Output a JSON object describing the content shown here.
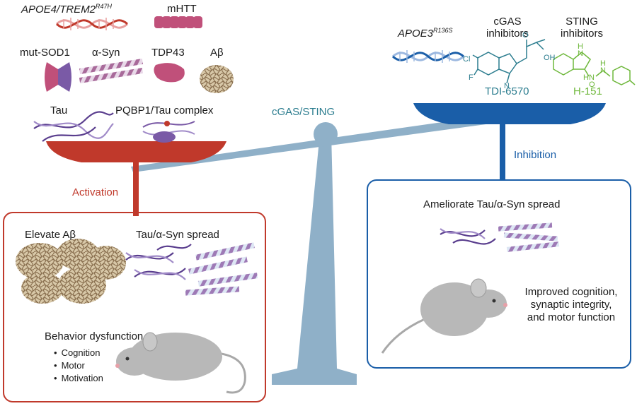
{
  "scale": {
    "center_label": "cGAS/STING",
    "left": {
      "arm_label": "Activation",
      "activators": {
        "apoe4_trem2": "APOE4/TREM2",
        "apoe4_trem2_sup": "R47H",
        "mhtt": "mHTT",
        "mut_sod1": "mut-SOD1",
        "a_syn": "α-Syn",
        "tdp43": "TDP43",
        "abeta": "Aβ",
        "tau": "Tau",
        "pqbp1_tau": "PQBP1/Tau complex"
      }
    },
    "right": {
      "arm_label": "Inhibition",
      "inhibitors": {
        "apoe3": "APOE3",
        "apoe3_sup": "R136S",
        "cgas_title_1": "cGAS",
        "cgas_title_2": "inhibitors",
        "cgas_compound": "TDI-6570",
        "cgas_atom_cl": "Cl",
        "cgas_atom_f": "F",
        "cgas_atom_n": "N",
        "cgas_atom_oh": "OH",
        "cgas_atom_o": "O",
        "sting_title_1": "STING",
        "sting_title_2": "inhibitors",
        "sting_compound": "H-151",
        "sting_atom_nh1": "H",
        "sting_atom_nh2": "N",
        "sting_atom_nh3": "HN",
        "sting_atom_o": "O",
        "sting_atom_n2": "N",
        "sting_atom_h2": "H"
      }
    }
  },
  "activation_panel": {
    "elevate_abeta": "Elevate Aβ",
    "spread": "Tau/α-Syn spread",
    "behavior_title": "Behavior dysfunction",
    "bullets": [
      "Cognition",
      "Motor",
      "Motivation"
    ]
  },
  "inhibition_panel": {
    "ameliorate": "Ameliorate Tau/α-Syn spread",
    "improved_1": "Improved cognition,",
    "improved_2": "synaptic integrity,",
    "improved_3": "and motor function"
  },
  "colors": {
    "activation_red": "#c0392b",
    "inhibition_blue": "#1a5ea8",
    "scale_steel": "#8fb0c8",
    "label_teal": "#2c7d8f",
    "sting_green": "#6fb83c",
    "dna_pink": "#e8a0a0",
    "dna_blue": "#9cb8e0",
    "protein_magenta": "#c0507a",
    "purple": "#7a5aa6",
    "abeta_tan": "#b8a078",
    "mouse_gray": "#b8b8b8"
  }
}
